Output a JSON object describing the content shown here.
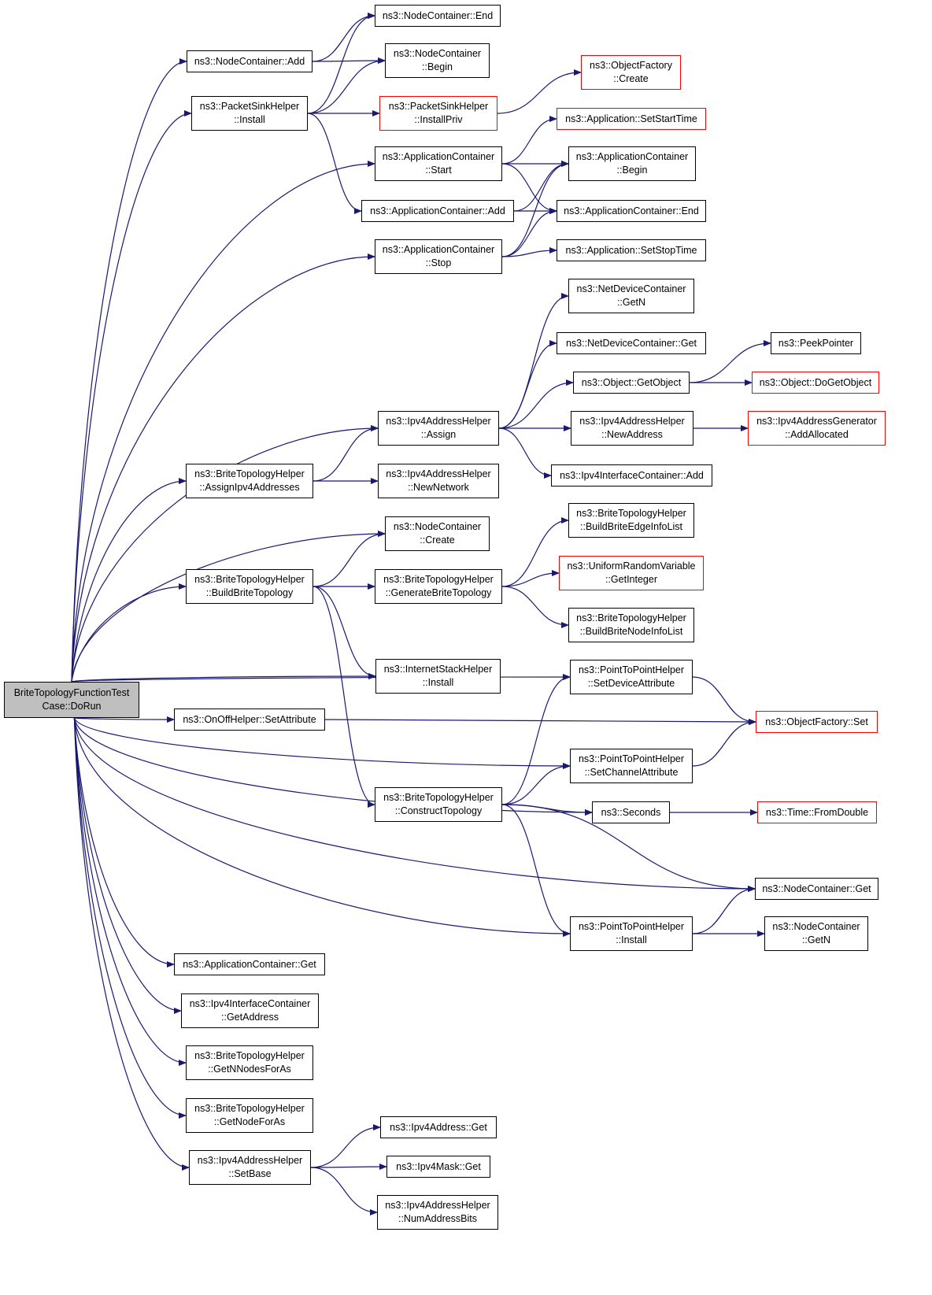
{
  "colors": {
    "edge": "#191970",
    "normal_border": "#000000",
    "external_border": "#ff0000",
    "root_fill": "#bfbfbf"
  },
  "nodes": {
    "root": {
      "lines": [
        "BriteTopologyFunctionTest",
        "Case::DoRun"
      ],
      "style": "root"
    },
    "ncAdd": {
      "lines": [
        "ns3::NodeContainer::Add"
      ]
    },
    "psInstall": {
      "lines": [
        "ns3::PacketSinkHelper",
        "::Install"
      ]
    },
    "ncEnd": {
      "lines": [
        "ns3::NodeContainer::End"
      ]
    },
    "ncBegin": {
      "lines": [
        "ns3::NodeContainer",
        "::Begin"
      ]
    },
    "ofCreate": {
      "lines": [
        "ns3::ObjectFactory",
        "::Create"
      ],
      "style": "red"
    },
    "psInstallPriv": {
      "lines": [
        "ns3::PacketSinkHelper",
        "::InstallPriv"
      ],
      "style": "red"
    },
    "appSetStart": {
      "lines": [
        "ns3::Application::SetStartTime"
      ],
      "style": "red"
    },
    "acStart": {
      "lines": [
        "ns3::ApplicationContainer",
        "::Start"
      ]
    },
    "acBegin": {
      "lines": [
        "ns3::ApplicationContainer",
        "::Begin"
      ]
    },
    "acAdd": {
      "lines": [
        "ns3::ApplicationContainer::Add"
      ]
    },
    "acEnd": {
      "lines": [
        "ns3::ApplicationContainer::End"
      ]
    },
    "acStop": {
      "lines": [
        "ns3::ApplicationContainer",
        "::Stop"
      ]
    },
    "appSetStop": {
      "lines": [
        "ns3::Application::SetStopTime"
      ]
    },
    "ndcGetN": {
      "lines": [
        "ns3::NetDeviceContainer",
        "::GetN"
      ]
    },
    "ndcGet": {
      "lines": [
        "ns3::NetDeviceContainer::Get"
      ]
    },
    "objGetObject": {
      "lines": [
        "ns3::Object::GetObject"
      ]
    },
    "peekPointer": {
      "lines": [
        "ns3::PeekPointer"
      ]
    },
    "objDoGetObject": {
      "lines": [
        "ns3::Object::DoGetObject"
      ],
      "style": "red"
    },
    "iahAssign": {
      "lines": [
        "ns3::Ipv4AddressHelper",
        "::Assign"
      ]
    },
    "iahNewAddress": {
      "lines": [
        "ns3::Ipv4AddressHelper",
        "::NewAddress"
      ]
    },
    "iagAddAllocated": {
      "lines": [
        "ns3::Ipv4AddressGenerator",
        "::AddAllocated"
      ],
      "style": "red"
    },
    "iicAdd": {
      "lines": [
        "ns3::Ipv4InterfaceContainer::Add"
      ]
    },
    "bthAssignIpv4": {
      "lines": [
        "ns3::BriteTopologyHelper",
        "::AssignIpv4Addresses"
      ]
    },
    "iahNewNetwork": {
      "lines": [
        "ns3::Ipv4AddressHelper",
        "::NewNetwork"
      ]
    },
    "ncCreate": {
      "lines": [
        "ns3::NodeContainer",
        "::Create"
      ]
    },
    "bthBuildEdge": {
      "lines": [
        "ns3::BriteTopologyHelper",
        "::BuildBriteEdgeInfoList"
      ]
    },
    "bthBuildTopo": {
      "lines": [
        "ns3::BriteTopologyHelper",
        "::BuildBriteTopology"
      ]
    },
    "bthGenerate": {
      "lines": [
        "ns3::BriteTopologyHelper",
        "::GenerateBriteTopology"
      ]
    },
    "urvGetInteger": {
      "lines": [
        "ns3::UniformRandomVariable",
        "::GetInteger"
      ],
      "style": "red"
    },
    "bthBuildNode": {
      "lines": [
        "ns3::BriteTopologyHelper",
        "::BuildBriteNodeInfoList"
      ]
    },
    "ishInstall": {
      "lines": [
        "ns3::InternetStackHelper",
        "::Install"
      ]
    },
    "p2pSetDevAttr": {
      "lines": [
        "ns3::PointToPointHelper",
        "::SetDeviceAttribute"
      ]
    },
    "onoffSetAttr": {
      "lines": [
        "ns3::OnOffHelper::SetAttribute"
      ]
    },
    "ofSet": {
      "lines": [
        "ns3::ObjectFactory::Set"
      ],
      "style": "red"
    },
    "p2pSetChanAttr": {
      "lines": [
        "ns3::PointToPointHelper",
        "::SetChannelAttribute"
      ]
    },
    "bthConstruct": {
      "lines": [
        "ns3::BriteTopologyHelper",
        "::ConstructTopology"
      ]
    },
    "seconds": {
      "lines": [
        "ns3::Seconds"
      ]
    },
    "timeFromDouble": {
      "lines": [
        "ns3::Time::FromDouble"
      ],
      "style": "red"
    },
    "ncGet": {
      "lines": [
        "ns3::NodeContainer::Get"
      ]
    },
    "p2pInstall": {
      "lines": [
        "ns3::PointToPointHelper",
        "::Install"
      ]
    },
    "ncGetN": {
      "lines": [
        "ns3::NodeContainer",
        "::GetN"
      ]
    },
    "acGet": {
      "lines": [
        "ns3::ApplicationContainer::Get"
      ]
    },
    "iicGetAddress": {
      "lines": [
        "ns3::Ipv4InterfaceContainer",
        "::GetAddress"
      ]
    },
    "bthGetNNodes": {
      "lines": [
        "ns3::BriteTopologyHelper",
        "::GetNNodesForAs"
      ]
    },
    "bthGetNodeForAs": {
      "lines": [
        "ns3::BriteTopologyHelper",
        "::GetNodeForAs"
      ]
    },
    "iahSetBase": {
      "lines": [
        "ns3::Ipv4AddressHelper",
        "::SetBase"
      ]
    },
    "ipv4AddrGet": {
      "lines": [
        "ns3::Ipv4Address::Get"
      ]
    },
    "ipv4MaskGet": {
      "lines": [
        "ns3::Ipv4Mask::Get"
      ]
    },
    "iahNumBits": {
      "lines": [
        "ns3::Ipv4AddressHelper",
        "::NumAddressBits"
      ]
    }
  },
  "edges": [
    [
      "root",
      "ncAdd"
    ],
    [
      "root",
      "psInstall"
    ],
    [
      "root",
      "acStart"
    ],
    [
      "root",
      "acStop"
    ],
    [
      "root",
      "iahAssign"
    ],
    [
      "root",
      "bthAssignIpv4"
    ],
    [
      "root",
      "ncCreate"
    ],
    [
      "root",
      "bthBuildTopo"
    ],
    [
      "root",
      "ishInstall"
    ],
    [
      "root",
      "p2pSetDevAttr"
    ],
    [
      "root",
      "onoffSetAttr"
    ],
    [
      "root",
      "p2pSetChanAttr"
    ],
    [
      "root",
      "seconds"
    ],
    [
      "root",
      "ncGet"
    ],
    [
      "root",
      "p2pInstall"
    ],
    [
      "root",
      "acGet"
    ],
    [
      "root",
      "iicGetAddress"
    ],
    [
      "root",
      "bthGetNNodes"
    ],
    [
      "root",
      "bthGetNodeForAs"
    ],
    [
      "root",
      "iahSetBase"
    ],
    [
      "ncAdd",
      "ncEnd"
    ],
    [
      "ncAdd",
      "ncBegin"
    ],
    [
      "psInstall",
      "ncEnd"
    ],
    [
      "psInstall",
      "ncBegin"
    ],
    [
      "psInstall",
      "psInstallPriv"
    ],
    [
      "psInstall",
      "acAdd"
    ],
    [
      "psInstallPriv",
      "ofCreate"
    ],
    [
      "acStart",
      "appSetStart"
    ],
    [
      "acStart",
      "acBegin"
    ],
    [
      "acStart",
      "acEnd"
    ],
    [
      "acAdd",
      "acBegin"
    ],
    [
      "acAdd",
      "acEnd"
    ],
    [
      "acStop",
      "acBegin"
    ],
    [
      "acStop",
      "acEnd"
    ],
    [
      "acStop",
      "appSetStop"
    ],
    [
      "iahAssign",
      "ndcGetN"
    ],
    [
      "iahAssign",
      "ndcGet"
    ],
    [
      "iahAssign",
      "objGetObject"
    ],
    [
      "iahAssign",
      "iahNewAddress"
    ],
    [
      "iahAssign",
      "iicAdd"
    ],
    [
      "objGetObject",
      "peekPointer"
    ],
    [
      "objGetObject",
      "objDoGetObject"
    ],
    [
      "iahNewAddress",
      "iagAddAllocated"
    ],
    [
      "bthAssignIpv4",
      "iahAssign"
    ],
    [
      "bthAssignIpv4",
      "iahNewNetwork"
    ],
    [
      "bthBuildTopo",
      "ncCreate"
    ],
    [
      "bthBuildTopo",
      "bthGenerate"
    ],
    [
      "bthBuildTopo",
      "ishInstall"
    ],
    [
      "bthBuildTopo",
      "bthConstruct"
    ],
    [
      "bthGenerate",
      "bthBuildEdge"
    ],
    [
      "bthGenerate",
      "urvGetInteger"
    ],
    [
      "bthGenerate",
      "bthBuildNode"
    ],
    [
      "p2pSetDevAttr",
      "ofSet"
    ],
    [
      "onoffSetAttr",
      "ofSet"
    ],
    [
      "p2pSetChanAttr",
      "ofSet"
    ],
    [
      "bthConstruct",
      "p2pSetDevAttr"
    ],
    [
      "bthConstruct",
      "p2pSetChanAttr"
    ],
    [
      "bthConstruct",
      "seconds"
    ],
    [
      "bthConstruct",
      "ncGet"
    ],
    [
      "bthConstruct",
      "p2pInstall"
    ],
    [
      "seconds",
      "timeFromDouble"
    ],
    [
      "p2pInstall",
      "ncGet"
    ],
    [
      "p2pInstall",
      "ncGetN"
    ],
    [
      "iahSetBase",
      "ipv4AddrGet"
    ],
    [
      "iahSetBase",
      "ipv4MaskGet"
    ],
    [
      "iahSetBase",
      "iahNumBits"
    ]
  ]
}
